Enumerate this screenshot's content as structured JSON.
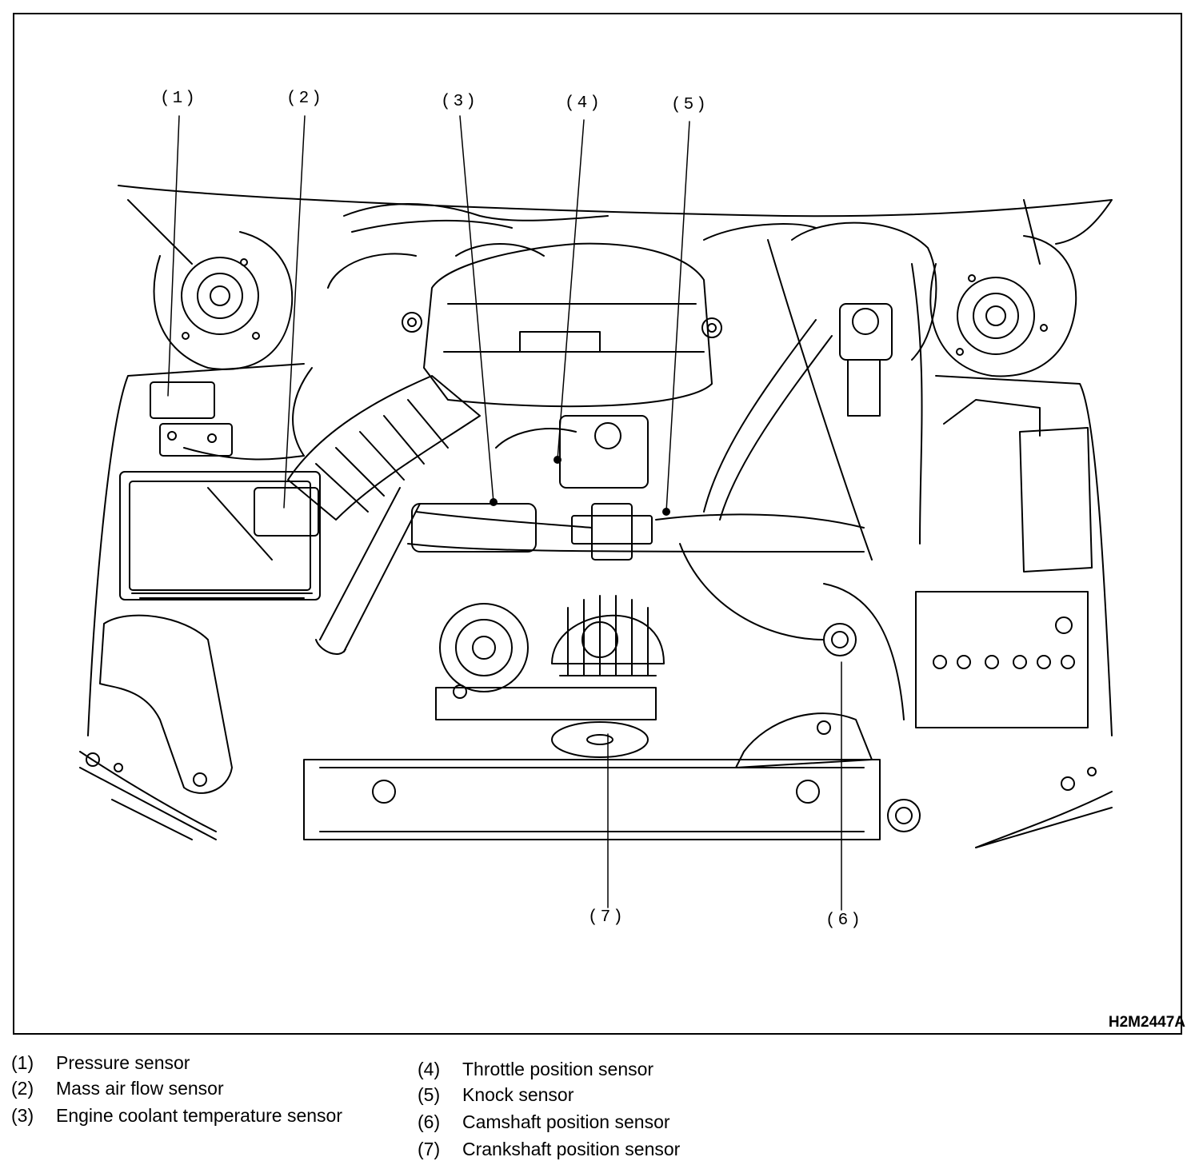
{
  "figure": {
    "code": "H2M2447A",
    "callouts": [
      "(1)",
      "(2)",
      "(3)",
      "(4)",
      "(5)",
      "(6)",
      "(7)"
    ]
  },
  "legend": [
    {
      "num": "(1)",
      "label": "Pressure sensor"
    },
    {
      "num": "(2)",
      "label": "Mass air flow sensor"
    },
    {
      "num": "(3)",
      "label": "Engine coolant temperature sensor"
    },
    {
      "num": "(4)",
      "label": "Throttle position sensor"
    },
    {
      "num": "(5)",
      "label": "Knock sensor"
    },
    {
      "num": "(6)",
      "label": "Camshaft position sensor"
    },
    {
      "num": "(7)",
      "label": "Crankshaft position sensor"
    }
  ]
}
